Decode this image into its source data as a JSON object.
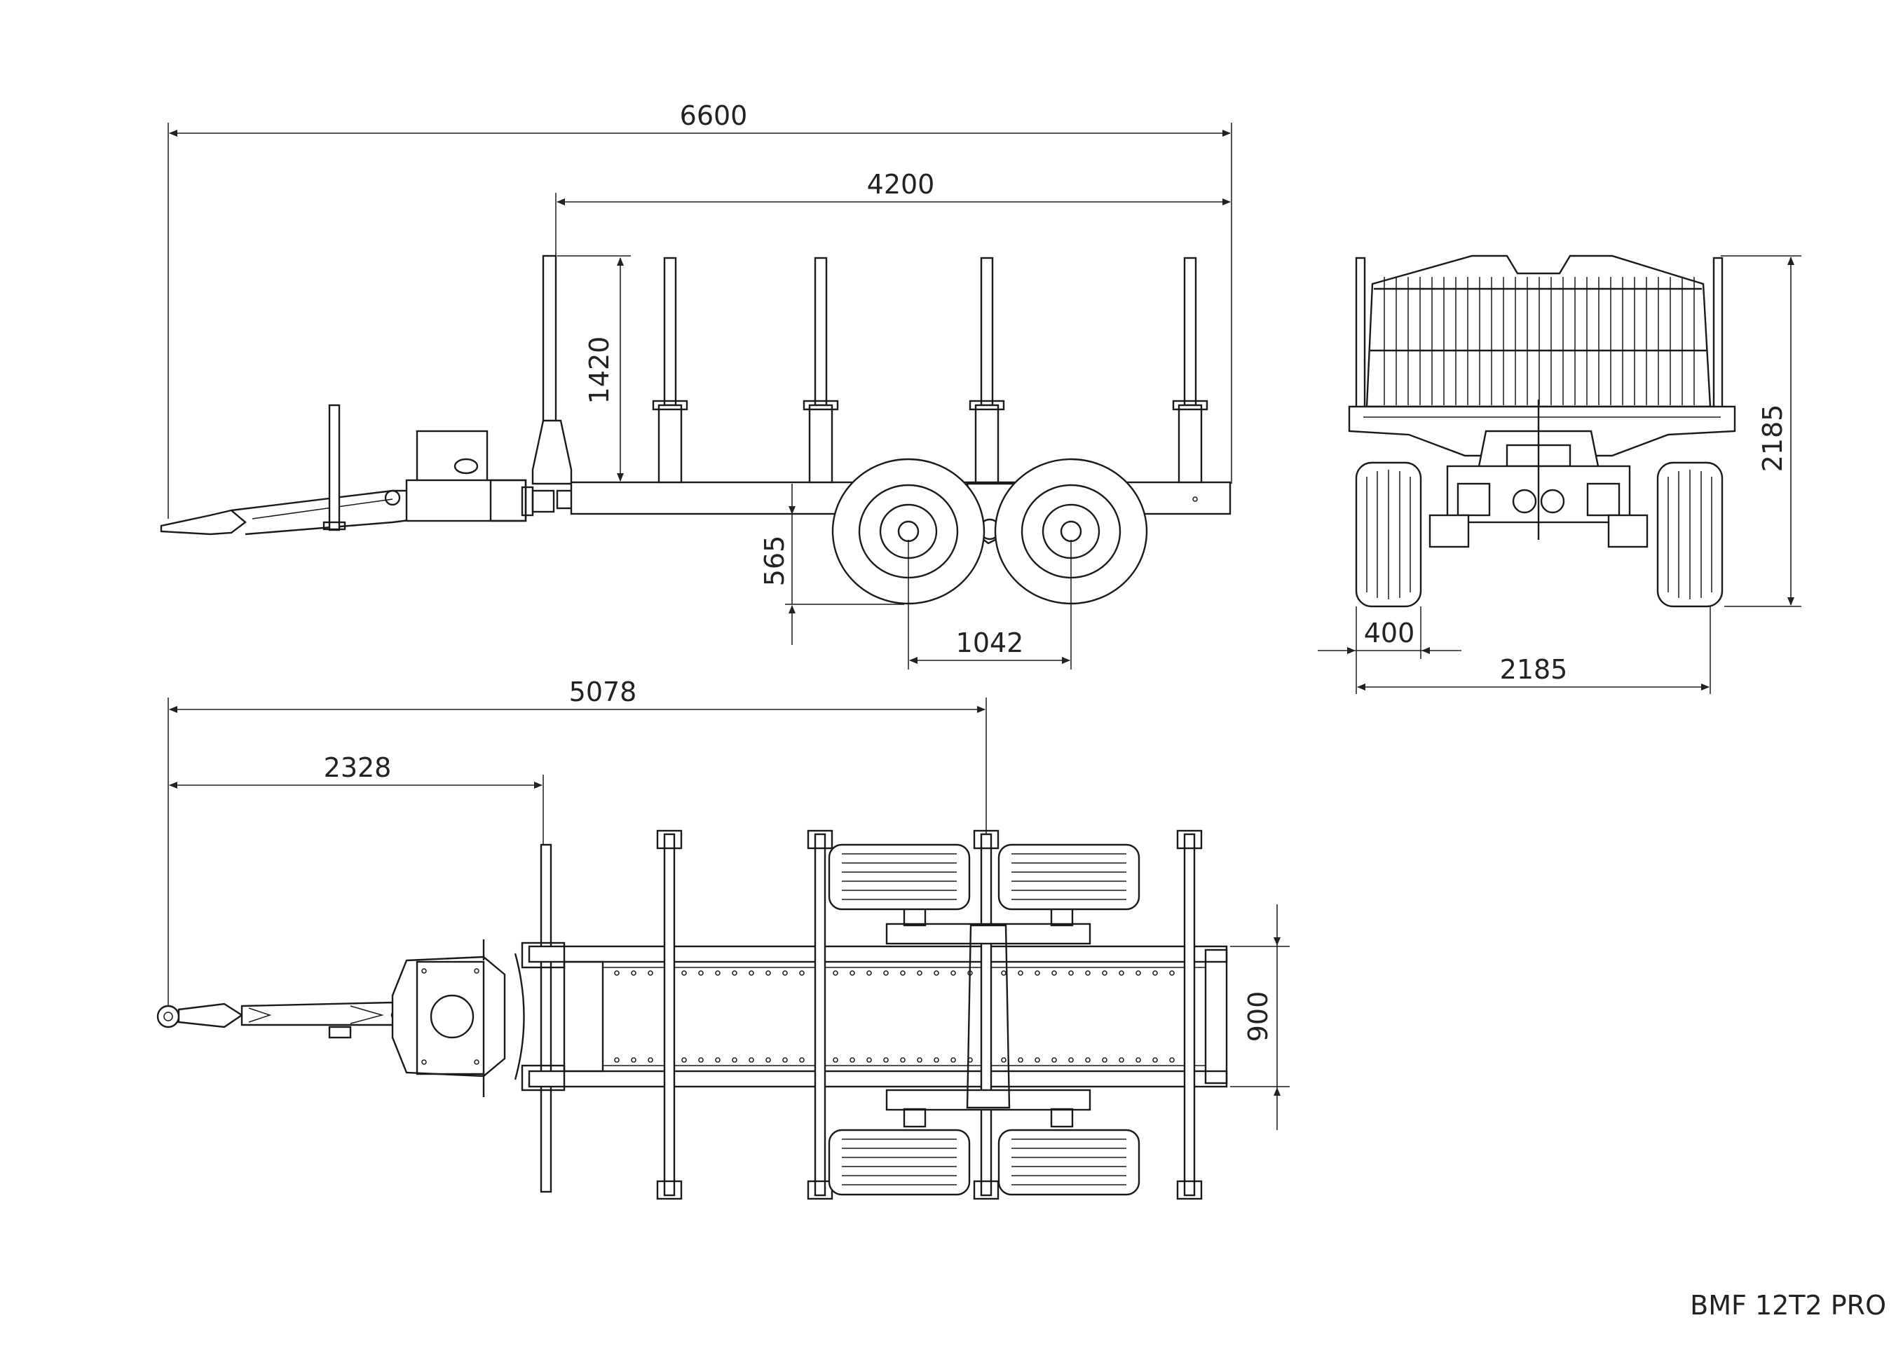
{
  "title": "BMF 12T2 PRO",
  "dimensions": {
    "overall_length": "6600",
    "load_length": "4200",
    "stake_height": "1420",
    "ground_clearance": "565",
    "axle_spacing": "1042",
    "overall_height": "2185",
    "wheel_width": "400",
    "overall_width": "2185",
    "length_to_axle": "5078",
    "drawbar_length": "2328",
    "frame_width": "900"
  }
}
